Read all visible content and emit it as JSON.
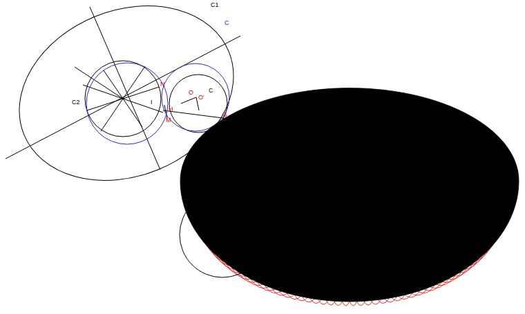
{
  "diagram": {
    "labels": [
      "C1",
      "C2",
      "C",
      "C",
      "N",
      "I",
      "H",
      "M",
      "O",
      "O'",
      "G"
    ]
  }
}
